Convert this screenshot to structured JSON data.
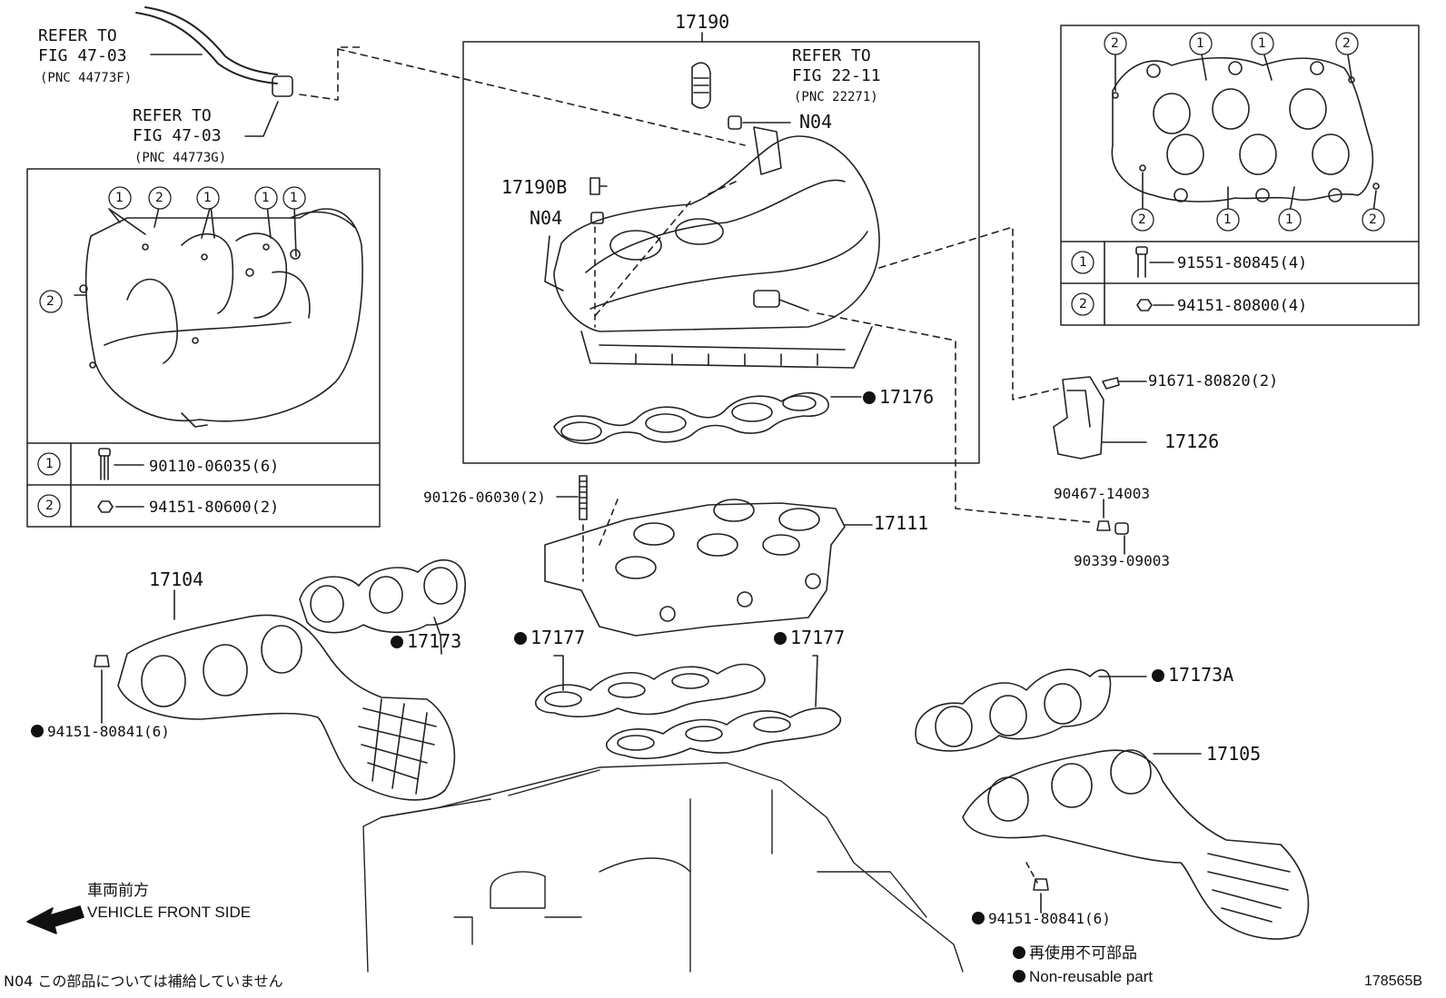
{
  "refer_a": {
    "line1": "REFER TO",
    "line2": "FIG 47-03",
    "line3": "(PNC 44773F)"
  },
  "refer_b": {
    "line1": "REFER TO",
    "line2": "FIG 47-03",
    "line3": "(PNC 44773G)"
  },
  "refer_c": {
    "line1": "REFER TO",
    "line2": "FIG 22-11",
    "line3": "(PNC 22271)"
  },
  "parts": {
    "p17190": "17190",
    "p17190b": "17190B",
    "n04_top": "N04",
    "n04_mid": "N04",
    "p17176": "17176",
    "p90126": "90126-06030(2)",
    "p17111": "17111",
    "p17104": "17104",
    "p17173": "17173",
    "p17177a": "17177",
    "p17177b": "17177",
    "p94151_l": "94151-80841(6)",
    "p17173a": "17173A",
    "p17105": "17105",
    "p94151_r": "94151-80841(6)",
    "p91671": "91671-80820(2)",
    "p17126": "17126",
    "p90467": "90467-14003",
    "p90339": "90339-09003"
  },
  "left_box": {
    "callouts": [
      "1",
      "2",
      "1",
      "1",
      "1",
      "2"
    ],
    "rows": [
      {
        "key": "1",
        "part": "90110-06035(6)"
      },
      {
        "key": "2",
        "part": "94151-80600(2)"
      }
    ]
  },
  "right_box": {
    "callouts_top": [
      "2",
      "1",
      "1",
      "2"
    ],
    "callouts_bottom": [
      "2",
      "1",
      "1",
      "2"
    ],
    "rows": [
      {
        "key": "1",
        "part": "91551-80845(4)"
      },
      {
        "key": "2",
        "part": "94151-80800(4)"
      }
    ]
  },
  "legend": {
    "front_jp": "車両前方",
    "front_en": "VEHICLE FRONT SIDE",
    "nonreusable_jp": "再使用不可部品",
    "nonreusable_en": "Non-reusable part",
    "n04_note": "N04 この部品については補給していません",
    "figure_id": "178565B"
  }
}
